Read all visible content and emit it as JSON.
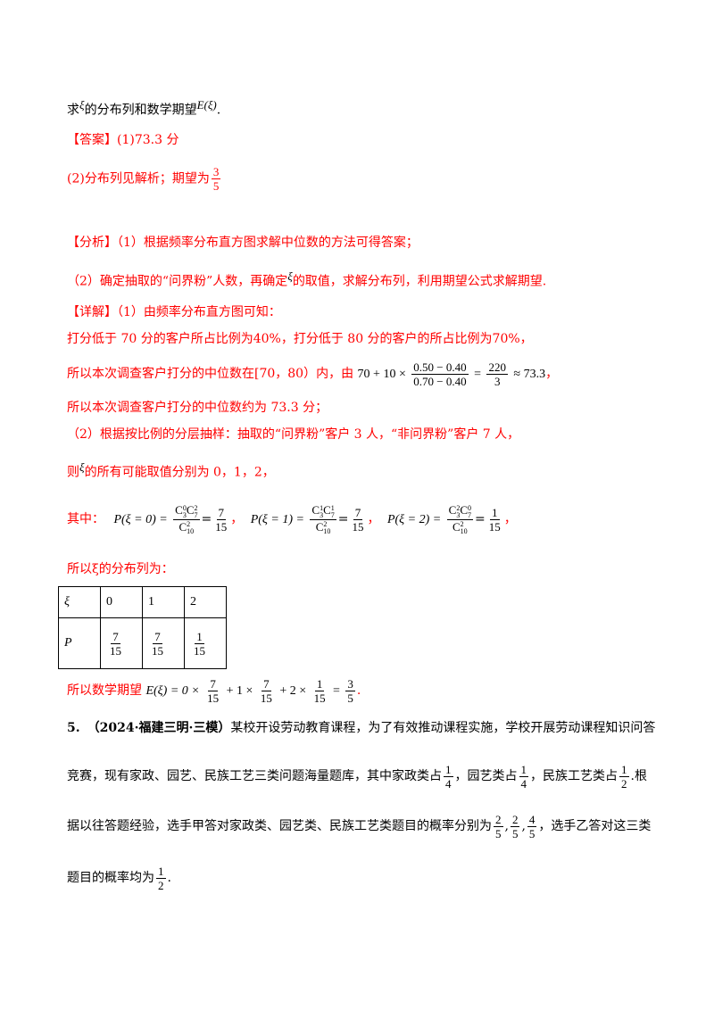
{
  "q_tail": {
    "prefix": "求",
    "xi": "ξ",
    "mid": "的分布列和数学期望",
    "expect": "E(ξ)",
    "end": "."
  },
  "answer": {
    "label": "【答案】",
    "part1": "(1)73.3 分",
    "part2": "(2)分布列见解析；期望为",
    "part2_frac": {
      "num": "3",
      "den": "5"
    }
  },
  "analysis": {
    "label": "【分析】",
    "line1": "（1）根据频率分布直方图求解中位数的方法可得答案；",
    "line2_a": "（2）确定抽取的“问界粉”人数，再确定",
    "line2_xi": "ξ",
    "line2_b": "的取值，求解分布列，利用期望公式求解期望."
  },
  "detail": {
    "label": "【详解】",
    "line1": "（1）由频率分布直方图可知：",
    "line2": "打分低于 70 分的客户所占比例为40%，打分低于 80 分的客户的所占比例为70%，",
    "line3_a": "所以本次调查客户打分的中位数在[70，80）内，由",
    "line3_expr_a": "70 + 10 ×",
    "line3_frac1": {
      "num": "0.50 − 0.40",
      "den": "0.70 − 0.40"
    },
    "line3_eq": "=",
    "line3_frac2": {
      "num": "220",
      "den": "3"
    },
    "line3_approx": "≈ 73.3",
    "line3_end": "，",
    "line4": "所以本次调查客户打分的中位数约为 73.3 分；",
    "line5": "（2）根据按比例的分层抽样：抽取的“问界粉”客户 3 人，“非问界粉”客户 7 人，",
    "line6_a": "则",
    "line6_xi": "ξ",
    "line6_b": "的所有可能取值分别为 0，1，2，",
    "line7_label": "其中：",
    "p0_lhs": "P(ξ = 0) =",
    "p0_res": {
      "num": "7",
      "den": "15"
    },
    "p1_lhs": "P(ξ = 1) =",
    "p1_res": {
      "num": "7",
      "den": "15"
    },
    "p2_lhs": "P(ξ = 2) =",
    "p2_res": {
      "num": "1",
      "den": "15"
    },
    "comma": "，",
    "c_base": "C",
    "c10_sub": "10",
    "c_two": "2",
    "c3": "3",
    "c7": "7",
    "c0": "0",
    "c1": "1",
    "line8": "所以ξ的分布列为："
  },
  "table": {
    "header": [
      "ξ",
      "0",
      "1",
      "2"
    ],
    "row_label": "P",
    "row_fracs": [
      {
        "num": "7",
        "den": "15"
      },
      {
        "num": "7",
        "den": "15"
      },
      {
        "num": "1",
        "den": "15"
      }
    ]
  },
  "expectation": {
    "prefix": "所以数学期望",
    "lhs": "E(ξ) = 0 ×",
    "f1": {
      "num": "7",
      "den": "15"
    },
    "plus1": "+ 1 ×",
    "f2": {
      "num": "7",
      "den": "15"
    },
    "plus2": "+ 2 ×",
    "f3": {
      "num": "1",
      "den": "15"
    },
    "eq": "=",
    "f4": {
      "num": "3",
      "den": "5"
    },
    "end": "."
  },
  "q5": {
    "number": "5.",
    "source": "（2024·福建三明·三模）",
    "line1": "某校开设劳动教育课程，为了有效推动课程实施，学校开展劳动课程知识问答",
    "line2_a": "竞赛，现有家政、园艺、民族工艺三类问题海量题库，其中家政类占",
    "f_quarter": {
      "num": "1",
      "den": "4"
    },
    "line2_b": "，园艺类占",
    "line2_c": "，民族工艺类占",
    "f_half": {
      "num": "1",
      "den": "2"
    },
    "line2_d": ".根",
    "line3_a": "据以往答题经验，选手甲答对家政类、园艺类、民族工艺类题目的概率分别为",
    "f_a": {
      "num": "2",
      "den": "5"
    },
    "sep": ",",
    "f_b": {
      "num": "2",
      "den": "5"
    },
    "f_c": {
      "num": "4",
      "den": "5"
    },
    "line3_b": "，选手乙答对这三类",
    "line4_a": "题目的概率均为",
    "line4_end": "."
  }
}
